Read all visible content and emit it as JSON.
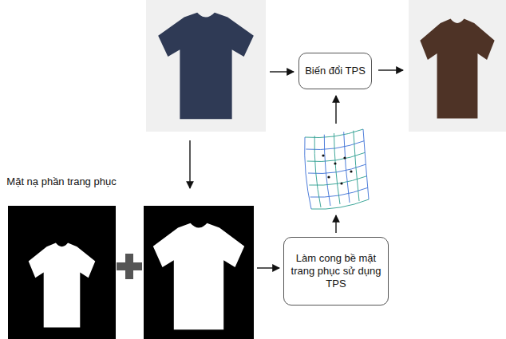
{
  "diagram": {
    "nodes": [
      {
        "text": [
          "Biến đổi TPS"
        ]
      },
      {
        "text": [
          "Làm cong bề mặt trang phục sử dụng TPS"
        ]
      }
    ],
    "labels": [
      "Mặt nạ phần trang phục"
    ]
  }
}
